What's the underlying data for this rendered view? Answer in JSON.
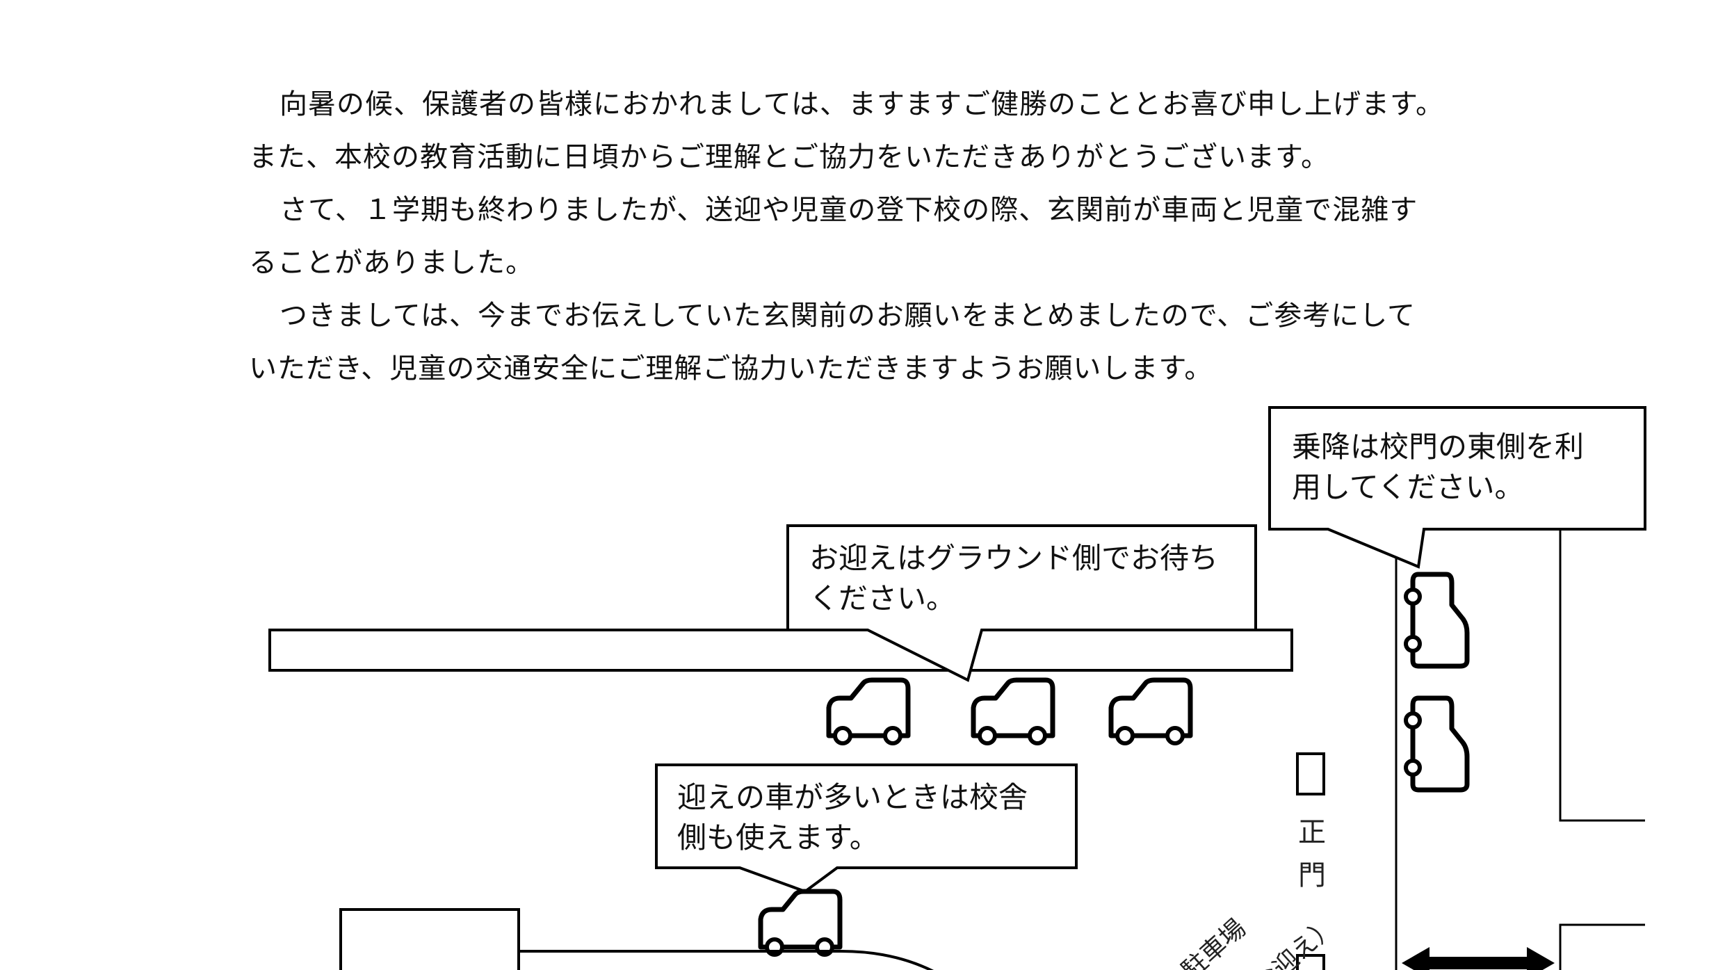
{
  "letter": {
    "paragraphs": [
      {
        "lines": [
          "向暑の候、保護者の皆様におかれましては、ますますご健勝のこととお喜び申し上げます。",
          "また、本校の教育活動に日頃からご理解とご協力をいただきありがとうございます。"
        ]
      },
      {
        "lines": [
          "さて、１学期も終わりましたが、送迎や児童の登下校の際、玄関前が車両と児童で混雑す",
          "ることがありました。"
        ]
      },
      {
        "lines": [
          "つきましては、今までお伝えしていた玄関前のお願いをまとめましたので、ご参考にして",
          "いただき、児童の交通安全にご理解ご協力いただきますようお願いします。"
        ]
      }
    ]
  },
  "map": {
    "callouts": {
      "east_gate": [
        "乗降は校門の東側を利",
        "用してください。"
      ],
      "ground_side": [
        "お迎えはグラウンド側でお待ち",
        "ください。"
      ],
      "school_side": [
        "迎えの車が多いときは校舎",
        "側も使えます。"
      ]
    },
    "gate_label": [
      "正",
      "門"
    ],
    "parking_label_1": "駐車場",
    "parking_label_2": "お迎え）",
    "icons": {
      "car": "car-icon",
      "arrow": "double-arrow-icon"
    }
  }
}
